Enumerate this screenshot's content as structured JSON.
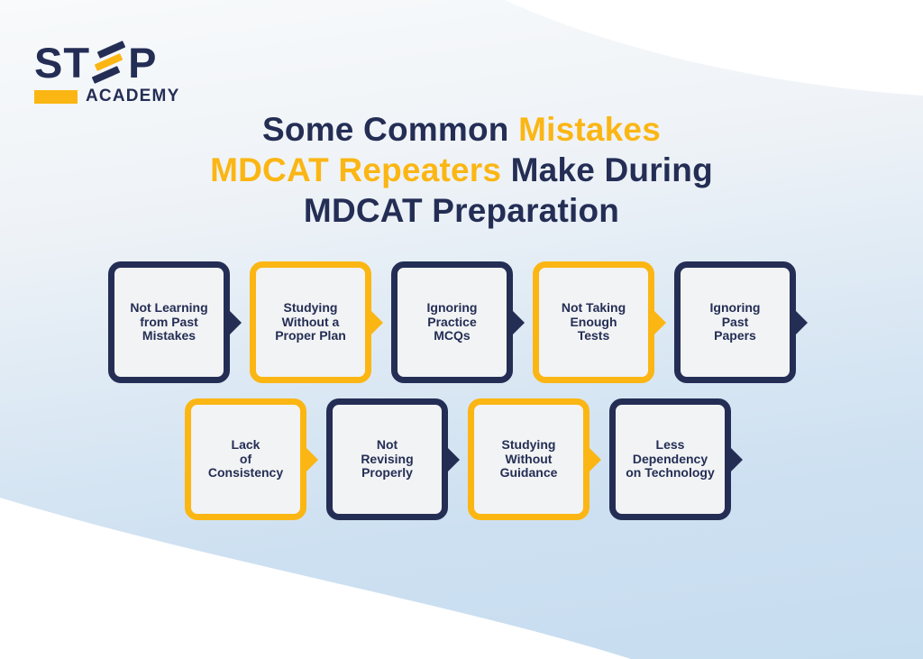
{
  "colors": {
    "navy": "#242E55",
    "yellow": "#FBB614",
    "box_fill": "#F2F3F4",
    "background_top": "#F8FAFB",
    "background_bottom": "#C6DDF0",
    "corner_wave": "#FFFFFF"
  },
  "logo": {
    "brand_prefix": "ST",
    "brand_suffix": "P",
    "subtitle": "ACADEMY"
  },
  "title": {
    "line1_part1": "Some Common ",
    "line1_part2": "Mistakes",
    "line2_part1": "MDCAT Repeaters ",
    "line2_part2": "Make During",
    "line3": "MDCAT Preparation"
  },
  "flow": {
    "row1": [
      {
        "label": "Not Learning\nfrom Past\nMistakes",
        "variant": "navy"
      },
      {
        "label": "Studying\nWithout a\nProper Plan",
        "variant": "yellow"
      },
      {
        "label": "Ignoring\nPractice\nMCQs",
        "variant": "navy"
      },
      {
        "label": "Not Taking\nEnough\nTests",
        "variant": "yellow"
      },
      {
        "label": "Ignoring\nPast\nPapers",
        "variant": "navy"
      }
    ],
    "row2": [
      {
        "label": "Lack\nof\nConsistency",
        "variant": "yellow"
      },
      {
        "label": "Not\nRevising\nProperly",
        "variant": "navy"
      },
      {
        "label": "Studying\nWithout\nGuidance",
        "variant": "yellow"
      },
      {
        "label": "Less\nDependency\non Technology",
        "variant": "navy"
      }
    ]
  }
}
